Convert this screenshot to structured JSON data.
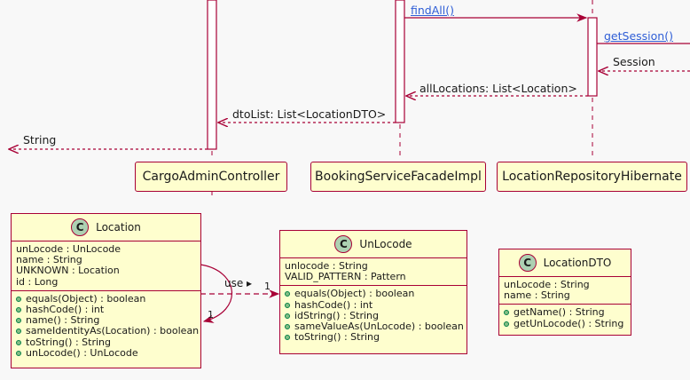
{
  "sequence": {
    "actors": [
      "CargoAdminController",
      "BookingServiceFacadeImpl",
      "LocationRepositoryHibernate"
    ],
    "messages": {
      "findAll": "findAll()",
      "getSession": "getSession()",
      "session": "Session",
      "allLocations": "allLocations: List<Location>",
      "dtoList": "dtoList: List<LocationDTO>",
      "string": "String"
    }
  },
  "classes": {
    "badge_letter": "C",
    "location": {
      "name": "Location",
      "fields": [
        "unLocode : UnLocode",
        "name : String",
        "UNKNOWN : Location",
        "id : Long"
      ],
      "methods": [
        "equals(Object) : boolean",
        "hashCode() : int",
        "name() : String",
        "sameIdentityAs(Location) : boolean",
        "toString() : String",
        "unLocode() : UnLocode"
      ]
    },
    "unlocode": {
      "name": "UnLocode",
      "fields": [
        "unlocode : String",
        "VALID_PATTERN : Pattern"
      ],
      "methods": [
        "equals(Object) : boolean",
        "hashCode() : int",
        "idString() : String",
        "sameValueAs(UnLocode) : boolean",
        "toString() : String"
      ]
    },
    "locationdto": {
      "name": "LocationDTO",
      "fields": [
        "unLocode : String",
        "name : String"
      ],
      "methods": [
        "getName() : String",
        "getUnLocode() : String"
      ]
    }
  },
  "relations": {
    "use_label": "use ▸",
    "mult_self": "1",
    "mult_use": "1"
  },
  "colors": {
    "border": "#a80036",
    "fill": "#fefece",
    "badge": "#add1b2",
    "method_dot": "#84be84",
    "link": "#2f5ed6"
  }
}
